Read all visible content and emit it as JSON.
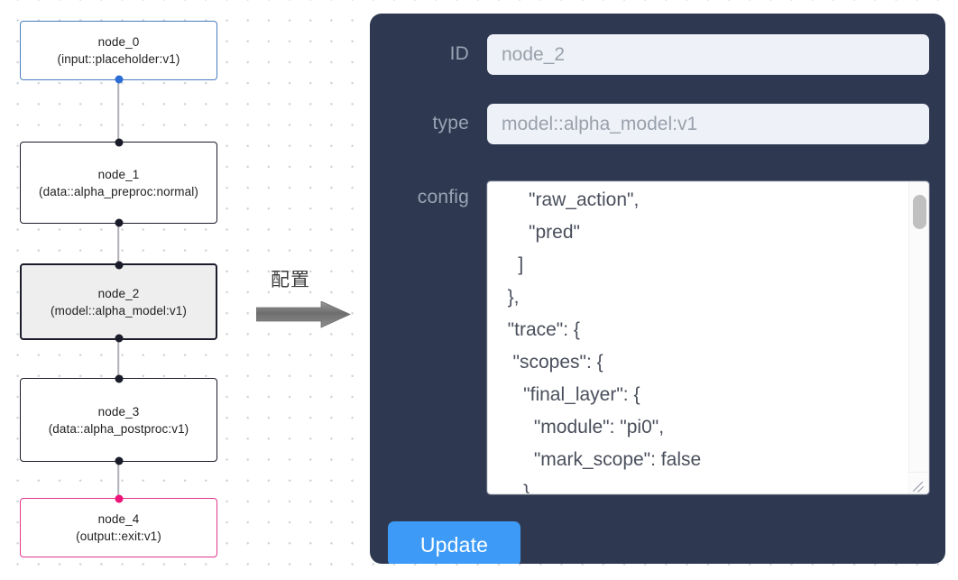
{
  "graph": {
    "nodes": [
      {
        "id": "node_0",
        "type": "(input::placeholder:v1)",
        "role": "input"
      },
      {
        "id": "node_1",
        "type": "(data::alpha_preproc:normal)",
        "role": "default"
      },
      {
        "id": "node_2",
        "type": "(model::alpha_model:v1)",
        "role": "selected"
      },
      {
        "id": "node_3",
        "type": "(data::alpha_postproc:v1)",
        "role": "default"
      },
      {
        "id": "node_4",
        "type": "(output::exit:v1)",
        "role": "output"
      }
    ],
    "colors": {
      "input_border": "#4a7ec0",
      "selected_border": "#1b1c2a",
      "selected_fill": "#eeeeee",
      "output_border": "#e2368b",
      "edge": "#b1b1b7",
      "handle": "#1b1c2a",
      "handle_input": "#2b6cd4",
      "handle_output": "#ec1379",
      "dot_grid": "#cfd3da"
    }
  },
  "arrow": {
    "label": "配置",
    "icon": "right-arrow-icon",
    "color": "#808080"
  },
  "panel": {
    "background": "#2e3951",
    "fields": [
      {
        "key": "id",
        "label": "ID",
        "value": "node_2"
      },
      {
        "key": "type",
        "label": "type",
        "value": "model::alpha_model:v1"
      },
      {
        "key": "config",
        "label": "config",
        "value": ""
      }
    ],
    "id_label": "ID",
    "id_value": "node_2",
    "type_label": "type",
    "type_value": "model::alpha_model:v1",
    "config_label": "config",
    "config_value": "      \"raw_action\",\n      \"pred\"\n    ]\n  },\n  \"trace\": {\n   \"scopes\": {\n     \"final_layer\": {\n       \"module\": \"pi0\",\n       \"mark_scope\": false\n     },\n     \"action_model\": {",
    "update_label": "Update",
    "update_color": "#3d9bf7"
  }
}
